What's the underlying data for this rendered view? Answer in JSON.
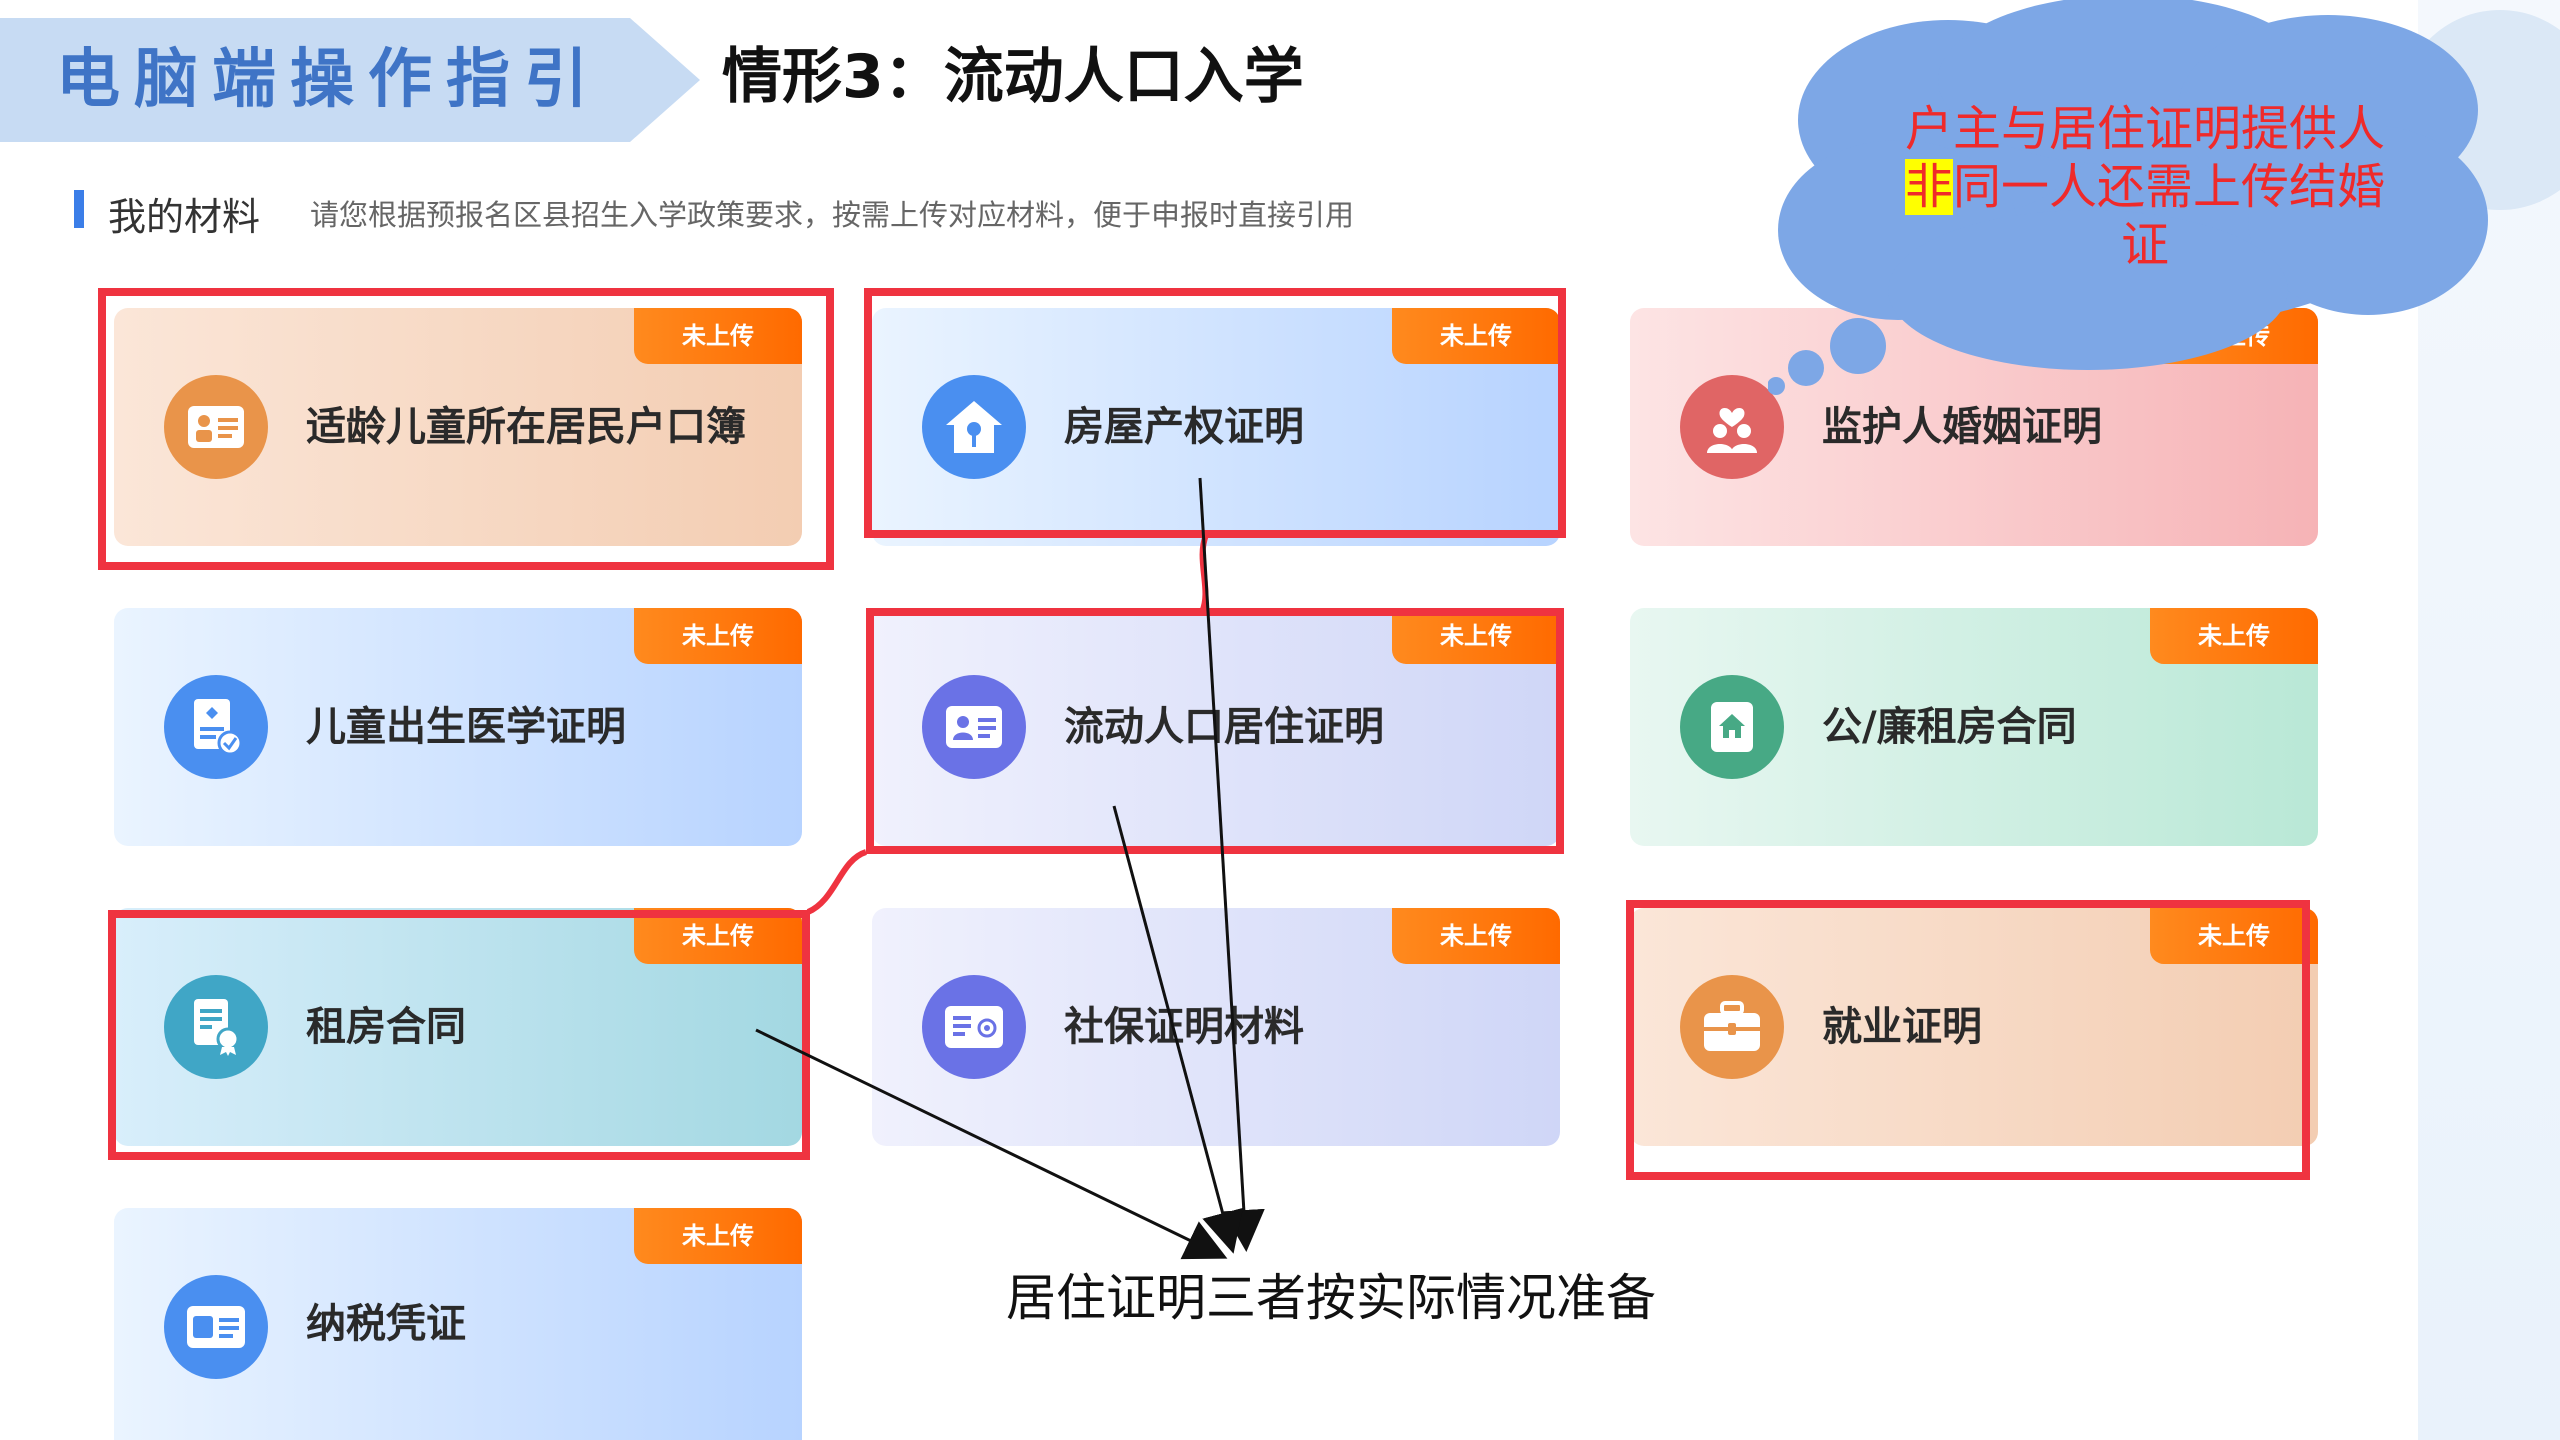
{
  "banner": {
    "label": "电脑端操作指引"
  },
  "page": {
    "title": "情形3：流动人口入学"
  },
  "section": {
    "title": "我的材料",
    "hint": "请您根据预报名区县招生入学政策要求，按需上传对应材料，便于申报时直接引用"
  },
  "cards": [
    {
      "label": "适龄儿童所在居民户口簿",
      "badge": "未上传",
      "icon": "id-card-icon"
    },
    {
      "label": "房屋产权证明",
      "badge": "未上传",
      "icon": "house-key-icon"
    },
    {
      "label": "监护人婚姻证明",
      "badge": "未上传",
      "icon": "couple-heart-icon"
    },
    {
      "label": "儿童出生医学证明",
      "badge": "未上传",
      "icon": "medical-certificate-icon"
    },
    {
      "label": "流动人口居住证明",
      "badge": "未上传",
      "icon": "resident-card-icon"
    },
    {
      "label": "公/廉租房合同",
      "badge": "未上传",
      "icon": "public-housing-icon"
    },
    {
      "label": "租房合同",
      "badge": "未上传",
      "icon": "contract-award-icon"
    },
    {
      "label": "社保证明材料",
      "badge": "未上传",
      "icon": "social-security-card-icon"
    },
    {
      "label": "就业证明",
      "badge": "未上传",
      "icon": "briefcase-icon"
    },
    {
      "label": "纳税凭证",
      "badge": "未上传",
      "icon": "tax-receipt-icon"
    }
  ],
  "cloud": {
    "line1": "户主与居住证明提供人",
    "line2_highlight": "非",
    "line2_rest": "同一人还需上传结婚",
    "line3": "证"
  },
  "annotation": {
    "text": "居住证明三者按实际情况准备"
  },
  "colors": {
    "highlight_box": "#ef3340",
    "badge": "#ff7a10",
    "banner": "#c7dbf3",
    "banner_text": "#3f74c6",
    "cloud": "#7da7e6"
  }
}
